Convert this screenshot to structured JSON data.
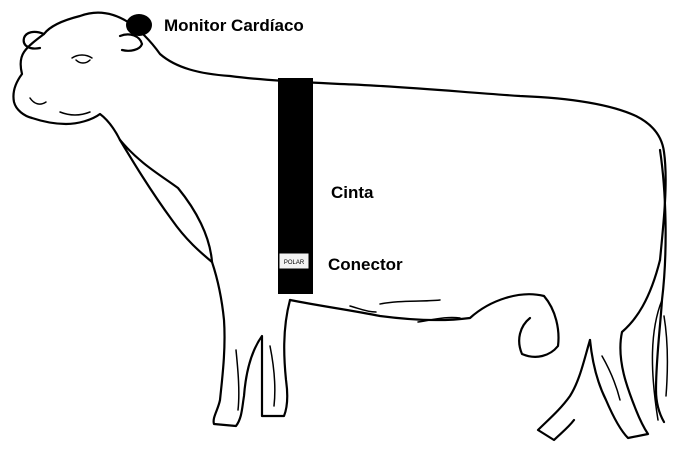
{
  "labels": {
    "monitor": "Monitor Cardíaco",
    "strap": "Cinta",
    "connector": "Conector",
    "connector_brand": "POLAR"
  },
  "colors": {
    "ink": "#000000",
    "background": "#ffffff",
    "strap": "#000000",
    "connector_fill": "#f2f2f2"
  },
  "icons": {
    "monitor": "heart-rate-monitor-dot",
    "animal": "cow-outline"
  }
}
